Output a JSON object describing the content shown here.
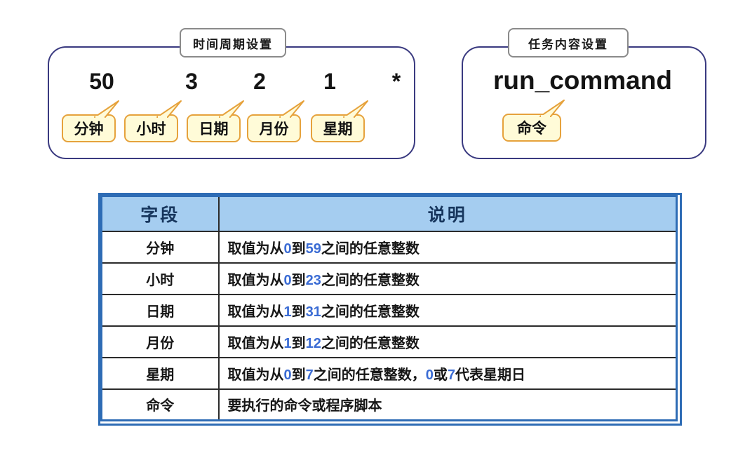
{
  "panels": {
    "time": {
      "title": "时间周期设置",
      "values": [
        "50",
        "3",
        "2",
        "1",
        "*"
      ],
      "labels": [
        "分钟",
        "小时",
        "日期",
        "月份",
        "星期"
      ]
    },
    "task": {
      "title": "任务内容设置",
      "value": "run_command",
      "label": "命令"
    }
  },
  "table": {
    "headers": [
      "字段",
      "说明"
    ],
    "rows": [
      {
        "field": "分钟",
        "desc": [
          {
            "text": "取值为从"
          },
          {
            "text": "0",
            "highlight": true
          },
          {
            "text": "到"
          },
          {
            "text": "59",
            "highlight": true
          },
          {
            "text": "之间的任意整数"
          }
        ]
      },
      {
        "field": "小时",
        "desc": [
          {
            "text": "取值为从"
          },
          {
            "text": "0",
            "highlight": true
          },
          {
            "text": "到"
          },
          {
            "text": "23",
            "highlight": true
          },
          {
            "text": "之间的任意整数"
          }
        ]
      },
      {
        "field": "日期",
        "desc": [
          {
            "text": "取值为从"
          },
          {
            "text": "1",
            "highlight": true
          },
          {
            "text": "到"
          },
          {
            "text": "31",
            "highlight": true
          },
          {
            "text": "之间的任意整数"
          }
        ]
      },
      {
        "field": "月份",
        "desc": [
          {
            "text": "取值为从"
          },
          {
            "text": "1",
            "highlight": true
          },
          {
            "text": "到"
          },
          {
            "text": "12",
            "highlight": true
          },
          {
            "text": "之间的任意整数"
          }
        ]
      },
      {
        "field": "星期",
        "desc": [
          {
            "text": "取值为从"
          },
          {
            "text": "0",
            "highlight": true
          },
          {
            "text": "到"
          },
          {
            "text": "7",
            "highlight": true
          },
          {
            "text": "之间的任意整数，"
          },
          {
            "text": "0",
            "highlight": true
          },
          {
            "text": "或"
          },
          {
            "text": "7",
            "highlight": true
          },
          {
            "text": "代表星期日"
          }
        ]
      },
      {
        "field": "命令",
        "desc": [
          {
            "text": "要执行的命令或程序脚本"
          }
        ]
      }
    ]
  },
  "colors": {
    "panel_border": "#3a3a80",
    "tab_border": "#8a8a8a",
    "bubble_fill": "#fffbd8",
    "bubble_border": "#e6a23c",
    "table_outer_border": "#2e6cb5",
    "table_grid_line": "#2b2b2b",
    "header_fill": "#a5cdf0",
    "header_text": "#17365d",
    "number_highlight": "#3b6cd4"
  }
}
